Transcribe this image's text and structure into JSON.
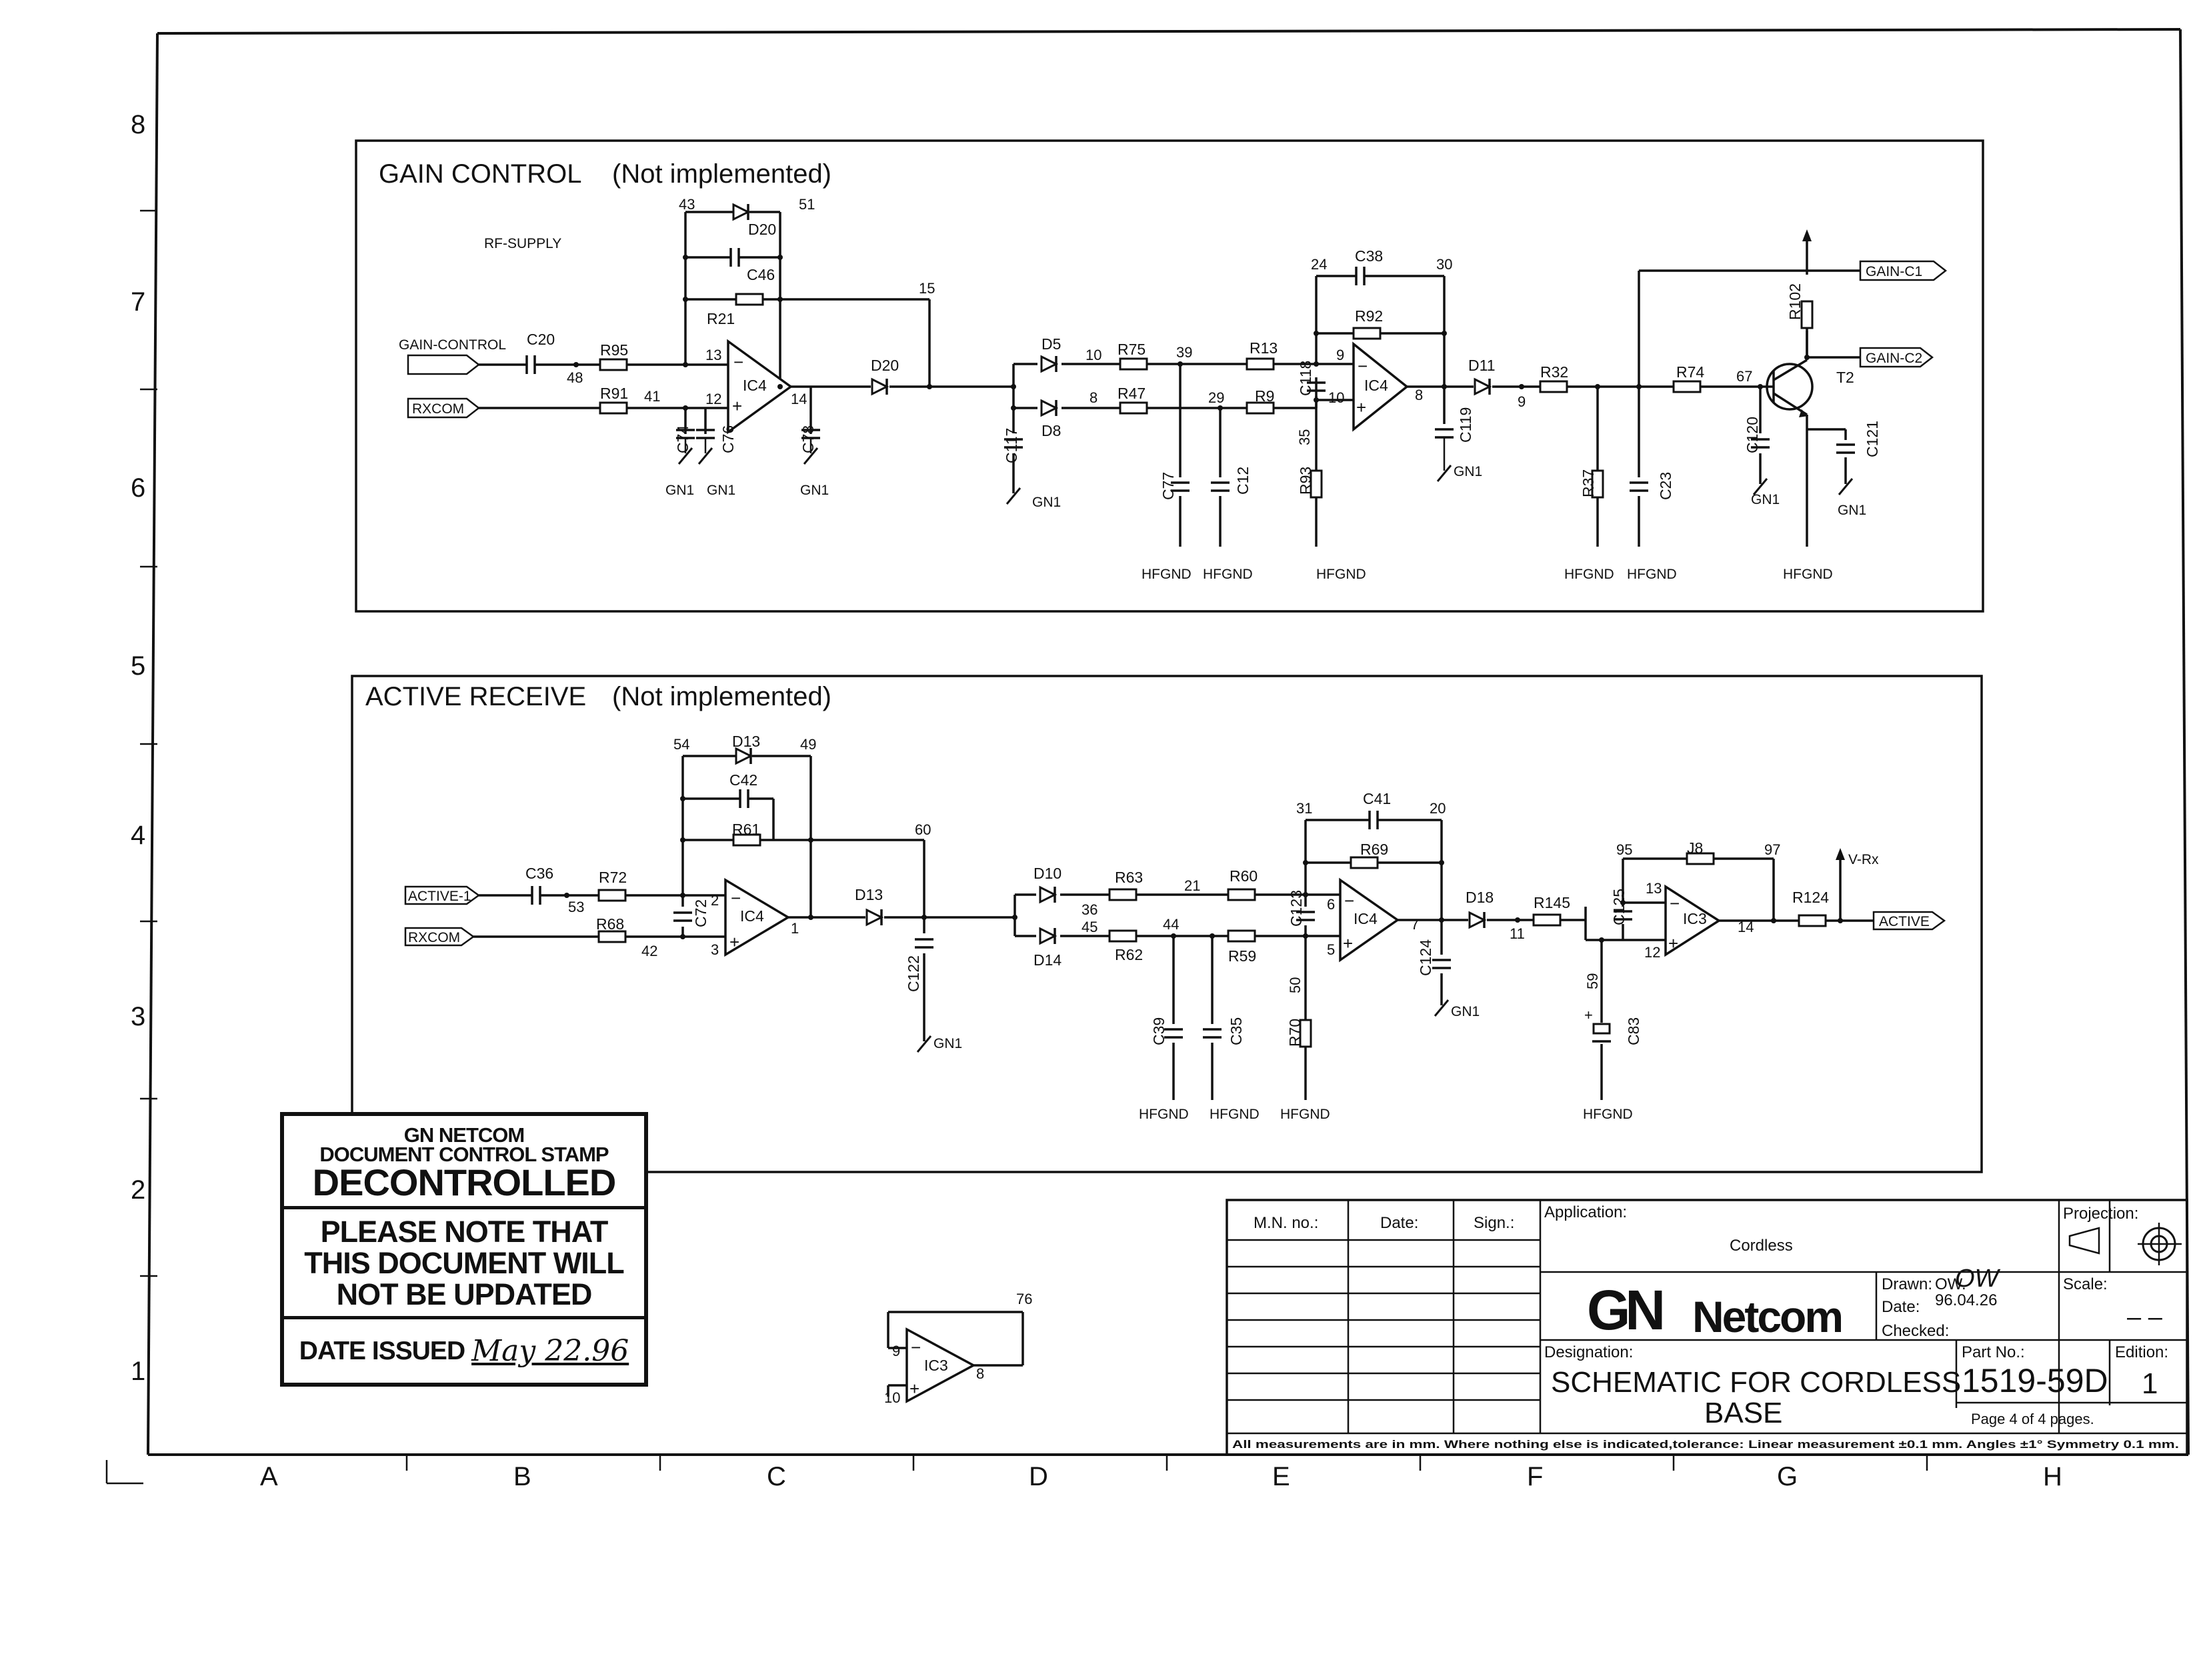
{
  "sections": {
    "gain_control": {
      "title": "GAIN  CONTROL",
      "note": "(Not  implemented)"
    },
    "active_receive": {
      "title": "ACTIVE  RECEIVE",
      "note": "(Not  implemented)"
    }
  },
  "gain": {
    "ports": {
      "gain_control": "GAIN-CONTROL",
      "rxcom": "RXCOM",
      "rf_supply": "RF-SUPPLY",
      "gain_c1": "GAIN-C1",
      "gain_c2": "GAIN-C2"
    },
    "parts": {
      "c20": "C20",
      "r95": "R95",
      "r91": "R91",
      "r21": "R21",
      "d20a": "D20",
      "c46": "C46",
      "ic4a": "IC4",
      "c74": "C74",
      "c76": "C76",
      "c78": "C78",
      "d20b": "D20",
      "d5": "D5",
      "d8": "D8",
      "c117": "C117",
      "r75": "R75",
      "r47": "R47",
      "c77": "C77",
      "c12": "C12",
      "r13": "R13",
      "r9": "R9",
      "c118": "C118",
      "r93": "R93",
      "c38": "C38",
      "r92": "R92",
      "ic4b": "IC4",
      "c119": "C119",
      "d11": "D11",
      "r32": "R32",
      "r37": "R37",
      "c23": "C23",
      "r74": "R74",
      "c120": "C120",
      "c121": "C121",
      "r102": "R102",
      "t2": "T2"
    },
    "nodes": {
      "n43": "43",
      "n51": "51",
      "n15": "15",
      "n48": "48",
      "n41": "41",
      "n13": "13",
      "n12": "12",
      "n14": "14",
      "n10": "10",
      "n8": "8",
      "n39": "39",
      "n29": "29",
      "n35": "35",
      "n24": "24",
      "n30": "30",
      "n9": "9",
      "n10b": "10",
      "n8b": "8",
      "n9b": "9",
      "n67": "67"
    },
    "grounds": {
      "gn1a": "GN1",
      "gn1b": "GN1",
      "gn1c": "GN1",
      "gn1d": "GN1",
      "gn1e": "GN1",
      "gn1f": "GN1",
      "gn1g": "GN1",
      "hf1": "HFGND",
      "hf2": "HFGND",
      "hf3": "HFGND",
      "hf4": "HFGND",
      "hf5": "HFGND",
      "hf6": "HFGND"
    }
  },
  "active": {
    "ports": {
      "active1": "ACTIVE-1",
      "rxcom": "RXCOM",
      "active": "ACTIVE",
      "vrx": "V-Rx"
    },
    "parts": {
      "c36": "C36",
      "r72": "R72",
      "r68": "R68",
      "c72": "C72",
      "d13a": "D13",
      "c42": "C42",
      "r61": "R61",
      "ic4a": "IC4",
      "d13b": "D13",
      "c122": "C122",
      "d10": "D10",
      "d14": "D14",
      "r63": "R63",
      "r62": "R62",
      "c39": "C39",
      "c35": "C35",
      "r60": "R60",
      "r59": "R59",
      "c123": "C123",
      "r70": "R70",
      "c41": "C41",
      "r69": "R69",
      "ic4b": "IC4",
      "c124": "C124",
      "d18": "D18",
      "r145": "R145",
      "c125": "C125",
      "c83": "C83",
      "j8": "J8",
      "ic3": "IC3",
      "r124": "R124"
    },
    "nodes": {
      "n54": "54",
      "n49": "49",
      "n60": "60",
      "n53": "53",
      "n42": "42",
      "n2": "2",
      "n3": "3",
      "n1": "1",
      "n36": "36",
      "n45": "45",
      "n21": "21",
      "n44": "44",
      "n31": "31",
      "n20": "20",
      "n6": "6",
      "n5": "5",
      "n7": "7",
      "n50": "50",
      "n11": "11",
      "n59": "59",
      "n95": "95",
      "n97": "97",
      "n13": "13",
      "n12": "12",
      "n14": "14"
    },
    "grounds": {
      "gn1a": "GN1",
      "gn1b": "GN1",
      "hf1": "HFGND",
      "hf2": "HFGND",
      "hf3": "HFGND",
      "hf4": "HFGND"
    }
  },
  "spare": {
    "ic3": "IC3",
    "n76": "76",
    "n9": "9",
    "n10": "10",
    "n8": "8"
  },
  "grid": {
    "rows": [
      "8",
      "7",
      "6",
      "5",
      "4",
      "3",
      "2",
      "1"
    ],
    "cols": [
      "A",
      "B",
      "C",
      "D",
      "E",
      "F",
      "G",
      "H"
    ]
  },
  "stamp": {
    "company": "GN NETCOM",
    "line2": "DOCUMENT CONTROL STAMP",
    "status": "DECONTROLLED",
    "note1": "PLEASE NOTE THAT",
    "note2": "THIS DOCUMENT WILL",
    "note3": "NOT BE UPDATED",
    "date_label": "DATE ISSUED",
    "date_sig": "May 22.96"
  },
  "title_block": {
    "mn_label": "M.N. no.:",
    "date_label": "Date:",
    "sign_label": "Sign.:",
    "application_label": "Application:",
    "application": "Cordless",
    "projection_label": "Projection:",
    "logo_gn": "GN",
    "logo_text": "Netcom",
    "drawn_label": "Drawn:",
    "drawn": "OW.",
    "drawn_sig": "OW",
    "date2_label": "Date:",
    "date2": "96.04.26",
    "checked_label": "Checked:",
    "scale_label": "Scale:",
    "scale": "– –",
    "designation_label": "Designation:",
    "designation1": "SCHEMATIC  FOR  CORDLESS",
    "designation2": "BASE",
    "part_label": "Part No.:",
    "part": "1519-59D",
    "edition_label": "Edition:",
    "edition": "1",
    "page_text": "Page   4  of  4   pages.",
    "footer": "All measurements are in mm. Where nothing else is indicated,tolerance: Linear measurement ±0.1 mm. Angles ±1° Symmetry 0.1 mm."
  }
}
